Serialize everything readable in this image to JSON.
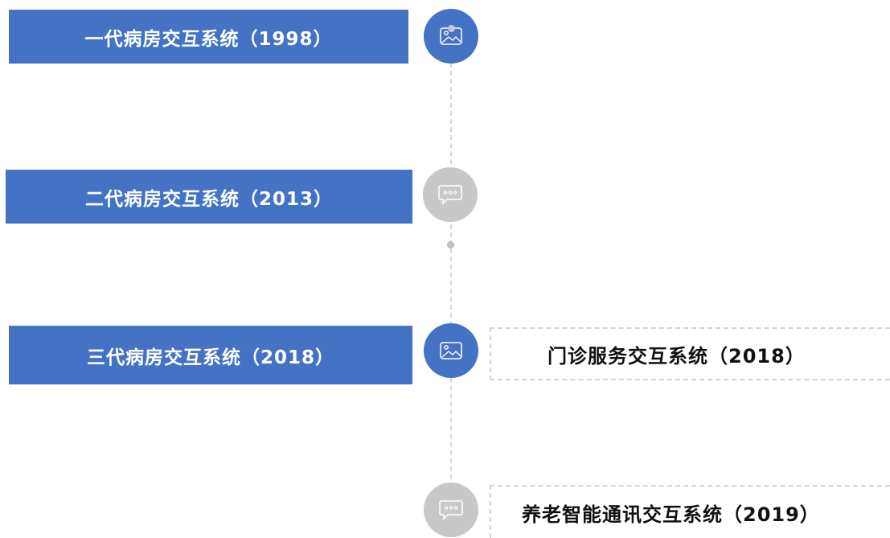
{
  "timeline": {
    "generations": [
      {
        "label": "一代病房交互系统（1998）",
        "icon": "image-icon"
      },
      {
        "label": "二代病房交互系统（2013）",
        "icon": "chat-bubble-icon"
      },
      {
        "label": "三代病房交互系统（2018）",
        "icon": "image-icon"
      }
    ],
    "branches": [
      {
        "label": "门诊服务交互系统（2018）"
      },
      {
        "label": "养老智能通讯交互系统（2019）",
        "icon": "chat-bubble-icon"
      }
    ]
  },
  "colors": {
    "primary": "#4472c4",
    "node_gray": "#c8c8c8",
    "dashed_line": "#d2d2d2"
  }
}
